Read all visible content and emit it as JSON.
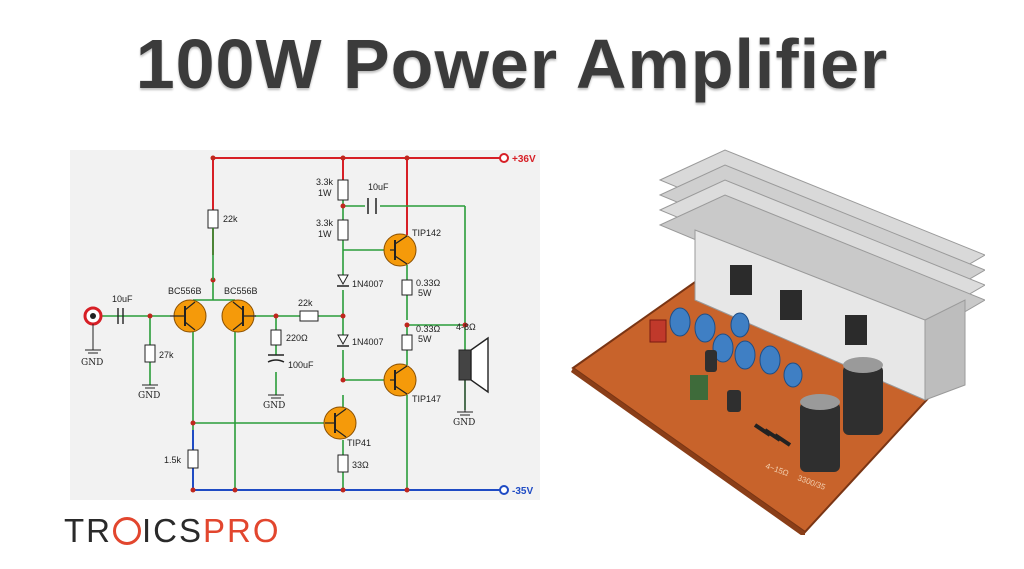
{
  "title": "100W Power Amplifier",
  "logo": {
    "part1": "TR",
    "part2": "ICS",
    "part3": "PRO",
    "o_icon": "chip-icon"
  },
  "colors": {
    "positive_rail": "#d71f26",
    "negative_rail": "#1f4bc4",
    "signal": "#2a9d3a",
    "transistor": "#f59a0a",
    "title": "#3b3b3b",
    "pcb": "#c8632b"
  },
  "schematic": {
    "rail_positive": "+36V",
    "rail_negative": "-35V",
    "input_cap": "10uF",
    "input_res": "27k",
    "q1": "BC556B",
    "q2": "BC556B",
    "r_top": "22k",
    "r_feedback": "22k",
    "r_220": "220Ω",
    "c_100": "100uF",
    "r_33k": "3.3k",
    "r_33k_w": "1W",
    "r_33k_b": "3.3k",
    "r_33k_b_w": "1W",
    "c_boot": "10uF",
    "d1": "1N4007",
    "d2": "1N4007",
    "q_tip142": "TIP142",
    "q_tip147": "TIP147",
    "q_tip41": "TIP41",
    "re1": "0.33Ω",
    "re1_w": "5W",
    "re2": "0.33Ω",
    "re2_w": "5W",
    "speaker": "4-8Ω",
    "r_15k": "1.5k",
    "r_33": "33Ω",
    "gnd1": "GND",
    "gnd2": "GND",
    "gnd3": "GND",
    "gnd4": "GND"
  },
  "board": {
    "silk1": "4~15Ω",
    "silk2": "3300/35"
  }
}
